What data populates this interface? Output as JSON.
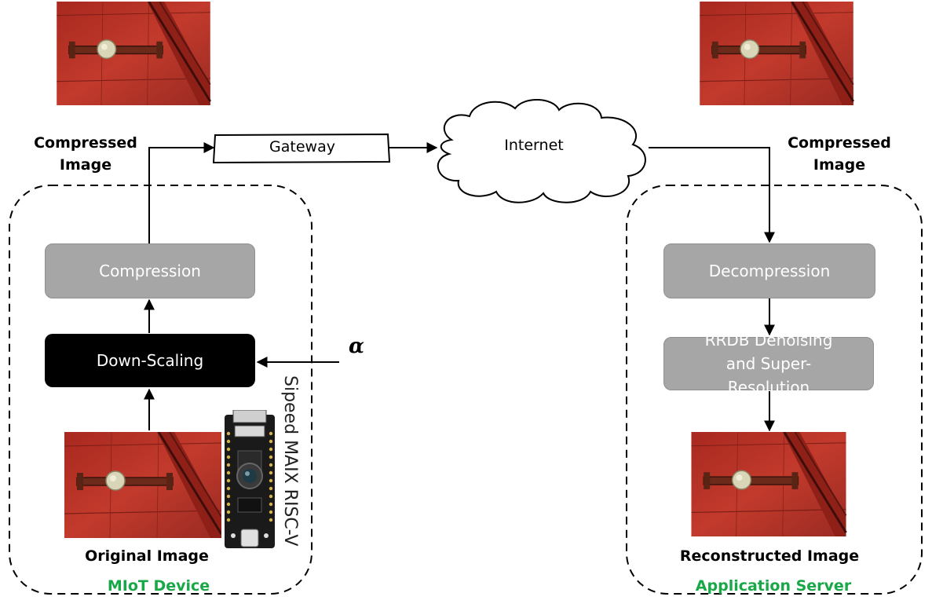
{
  "labels": {
    "compressed_left": "Compressed Image",
    "compressed_right": "Compressed Image",
    "original": "Original Image",
    "reconstructed": "Reconstructed Image",
    "device": "MIoT Device",
    "server": "Application Server",
    "board": "Sipeed MAIX RISC-V",
    "alpha": "α"
  },
  "nodes": {
    "gateway": "Gateway",
    "internet": "Internet",
    "compression": "Compression",
    "downscaling": "Down-Scaling",
    "decompression": "Decompression",
    "rrdb": "RRDB Denoising and Super-Resolution"
  },
  "colors": {
    "group_label": "#18a848",
    "process_box": "#a6a6a6",
    "downscale_box": "#000000",
    "door_red": "#b8322a"
  },
  "icons": [
    "door-image",
    "risc-v-board",
    "cloud-icon"
  ]
}
